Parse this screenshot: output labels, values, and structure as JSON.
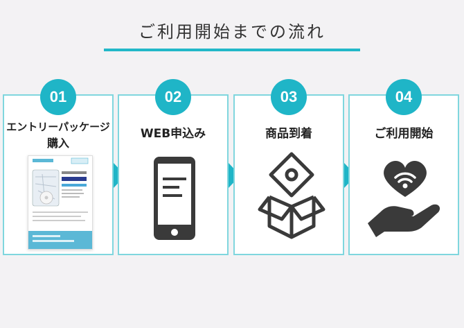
{
  "header": {
    "title": "ご利用開始までの流れ"
  },
  "steps": [
    {
      "number": "01",
      "label_line1": "エントリーパッケージ",
      "label_line2": "購入",
      "icon": "package-icon"
    },
    {
      "number": "02",
      "label_line1": "WEB申込み",
      "icon": "smartphone-icon"
    },
    {
      "number": "03",
      "label_line1": "商品到着",
      "icon": "delivery-box-icon"
    },
    {
      "number": "04",
      "label_line1": "ご利用開始",
      "icon": "heart-wifi-hand-icon"
    }
  ],
  "colors": {
    "accent": "#1fb5c7",
    "border": "#7fd6de",
    "icon": "#3a3a3a"
  }
}
